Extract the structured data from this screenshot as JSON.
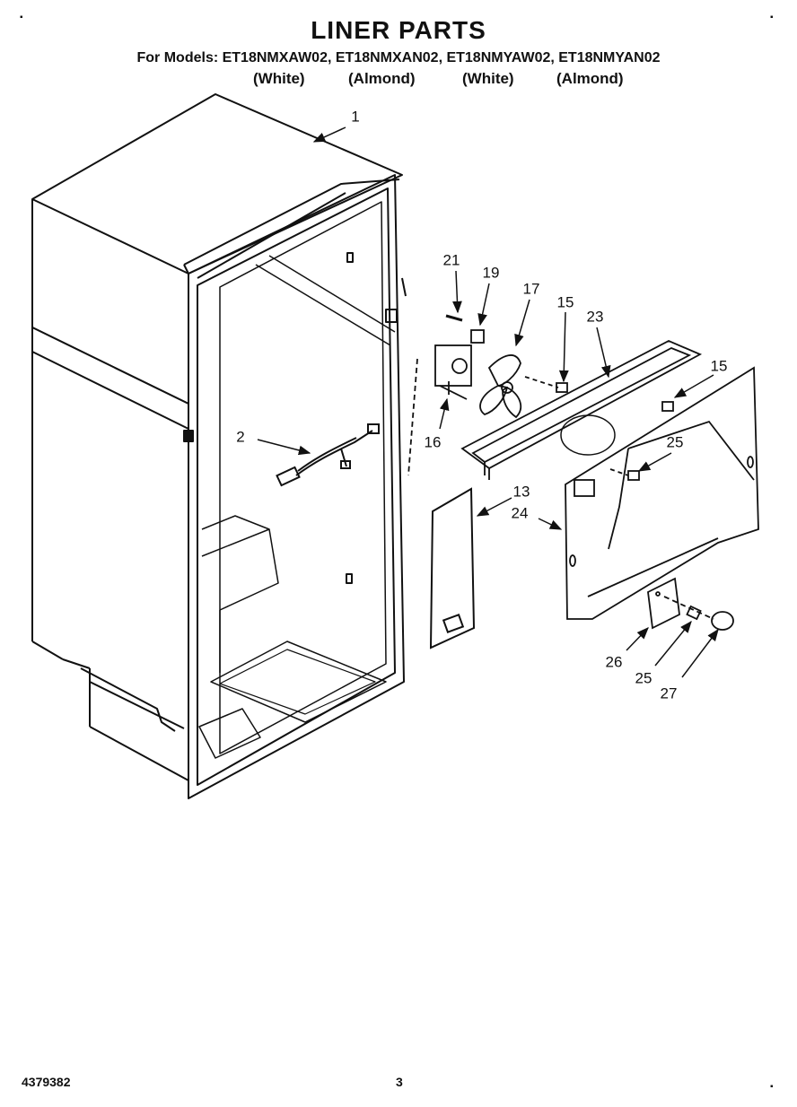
{
  "title": "LINER PARTS",
  "models_line": "For Models: ET18NMXAW02, ET18NMXAN02, ET18NMYAW02, ET18NMYAN02",
  "colors": [
    "(White)",
    "(Almond)",
    "(White)",
    "(Almond)"
  ],
  "callouts": {
    "c1": "1",
    "c2": "2",
    "c13": "13",
    "c15a": "15",
    "c15b": "15",
    "c16": "16",
    "c17": "17",
    "c19": "19",
    "c21": "21",
    "c23": "23",
    "c24": "24",
    "c25a": "25",
    "c25b": "25",
    "c26": "26",
    "c27": "27"
  },
  "footer": {
    "doc_number": "4379382",
    "page": "3"
  }
}
